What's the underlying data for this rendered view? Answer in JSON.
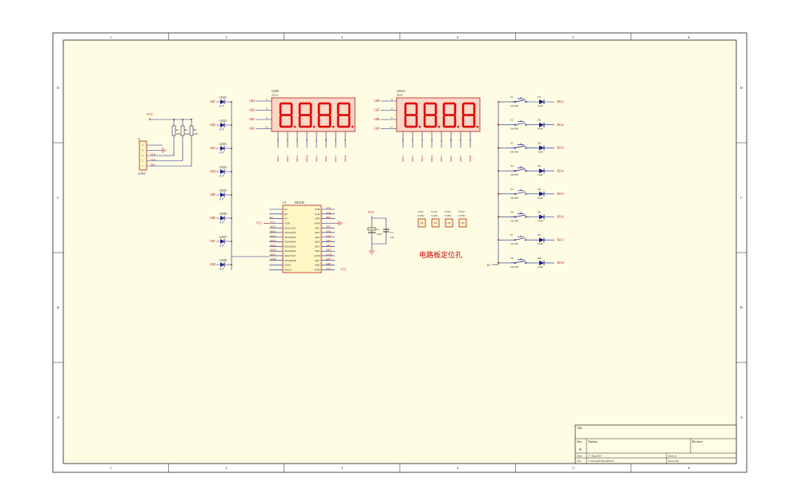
{
  "border": {
    "columns": [
      "1",
      "2",
      "3",
      "4",
      "5",
      "6"
    ],
    "rows": [
      "D",
      "C",
      "B",
      "A"
    ]
  },
  "title_block": {
    "title_label": "Title",
    "size_label": "Size",
    "size_value": "B",
    "number_label": "Number",
    "revision_label": "Revision",
    "date_label": "Date:",
    "date_value": "27-Aug-2014",
    "file_label": "File:",
    "file_value": "F:\\TM1638\\TM1638.sch",
    "sheet_label": "Sheet  of",
    "drawn_label": "Drawn By:"
  },
  "connector": {
    "ref": "J1",
    "name": "CON5",
    "pins": [
      "5",
      "4",
      "3",
      "2",
      "1"
    ],
    "signals": [
      "STB",
      "CLK",
      "DIO"
    ]
  },
  "vcc_label": "VCC",
  "resistors": [
    {
      "ref": "R1",
      "value": "10K"
    },
    {
      "ref": "R2",
      "value": "10K"
    },
    {
      "ref": "R3",
      "value": "10K"
    }
  ],
  "leds": [
    {
      "ref": "LED1",
      "net": "GR1"
    },
    {
      "ref": "LED2",
      "net": "GR2"
    },
    {
      "ref": "LED3",
      "net": "GR3"
    },
    {
      "ref": "LED4",
      "net": "GR4"
    },
    {
      "ref": "LED5",
      "net": "GR5"
    },
    {
      "ref": "LED6",
      "net": "GR6"
    },
    {
      "ref": "LED7",
      "net": "GR7"
    },
    {
      "ref": "LED8",
      "net": "GR8"
    }
  ],
  "display_left": {
    "ref": "LED9",
    "type": "4LED",
    "inputs": [
      {
        "net": "GR4",
        "pin": "6"
      },
      {
        "net": "GR3",
        "pin": "8"
      },
      {
        "net": "GR2",
        "pin": "9"
      },
      {
        "net": "GR1",
        "pin": "12"
      }
    ],
    "bottom_pins": [
      "11",
      "7",
      "4",
      "2",
      "1",
      "10",
      "5",
      "3"
    ],
    "bottom_nets": [
      "SEG1",
      "SEG2",
      "SEG3",
      "SEG4",
      "SEG5",
      "SEG6",
      "SEG7",
      "SEG8"
    ]
  },
  "display_right": {
    "ref": "LED10",
    "type": "4LED",
    "inputs": [
      {
        "net": "GR8",
        "pin": "6"
      },
      {
        "net": "GR7",
        "pin": "8"
      },
      {
        "net": "GR6",
        "pin": "9"
      },
      {
        "net": "GR5",
        "pin": "12"
      }
    ],
    "bottom_pins": [
      "11",
      "7",
      "4",
      "2",
      "1",
      "10",
      "5",
      "3"
    ],
    "bottom_nets": [
      "SEG1",
      "SEG2",
      "SEG3",
      "SEG4",
      "SEG5",
      "SEG6",
      "SEG7",
      "SEG8"
    ]
  },
  "ic": {
    "ref": "U1",
    "part": "TM1638",
    "left_pins": [
      "K1",
      "K2",
      "K3",
      "VDD",
      "SEG1/KS1",
      "SEG2/KS2",
      "SEG3/KS3",
      "SEG4/KS4",
      "SEG5/KS5",
      "SEG6/KS6",
      "SEG7/KS7",
      "SEG8/KS8",
      "SEG9",
      "SEG10"
    ],
    "right_pins": [
      "STB",
      "CLK",
      "DIO",
      "GND",
      "GR1",
      "GR2",
      "GR3",
      "GR4",
      "GR5",
      "GR6",
      "GND",
      "GR7",
      "GR8",
      "VDD"
    ],
    "left_nets": [
      "",
      "",
      "K1",
      "VCC",
      "SEG1",
      "SEG2",
      "SEG3",
      "SEG4",
      "SEG5",
      "SEG6",
      "SEG7",
      "SEG8",
      "",
      ""
    ],
    "right_nets": [
      "STB",
      "CLK",
      "DIO",
      "",
      "GR1",
      "GR2",
      "GR3",
      "GR4",
      "GR5",
      "GR6",
      "GND",
      "GR7",
      "GR8",
      "VCC"
    ]
  },
  "capacitors": [
    {
      "ref": "C1",
      "value": "10uF"
    },
    {
      "ref": "C2",
      "value": "104"
    }
  ],
  "vias": [
    {
      "ref": "VIA1",
      "name": "CON1"
    },
    {
      "ref": "VIA2",
      "name": "CON1"
    },
    {
      "ref": "VIA3",
      "name": "CON1"
    },
    {
      "ref": "VIA4",
      "name": "CON1"
    }
  ],
  "mounting_note": "电路板定位孔",
  "switches": [
    {
      "ref": "S1",
      "type": "SW-PB",
      "diode": "D1",
      "diode_type": "4148",
      "net": "SEG1"
    },
    {
      "ref": "S2",
      "type": "SW-PB",
      "diode": "D2",
      "diode_type": "4148",
      "net": "SEG2"
    },
    {
      "ref": "S3",
      "type": "SW-PB",
      "diode": "D3",
      "diode_type": "4148",
      "net": "SEG3"
    },
    {
      "ref": "S4",
      "type": "SW-PB",
      "diode": "D4",
      "diode_type": "4148",
      "net": "SEG4"
    },
    {
      "ref": "S5",
      "type": "SW-PB",
      "diode": "D5",
      "diode_type": "4148",
      "net": "SEG5"
    },
    {
      "ref": "S6",
      "type": "SW-PB",
      "diode": "D6",
      "diode_type": "4148",
      "net": "SEG6"
    },
    {
      "ref": "S7",
      "type": "SW-PB",
      "diode": "D7",
      "diode_type": "4148",
      "net": "SEG7"
    },
    {
      "ref": "S8",
      "type": "SW-PB",
      "diode": "D8",
      "diode_type": "4148",
      "net": "SEG8"
    }
  ],
  "key_net": "K1"
}
